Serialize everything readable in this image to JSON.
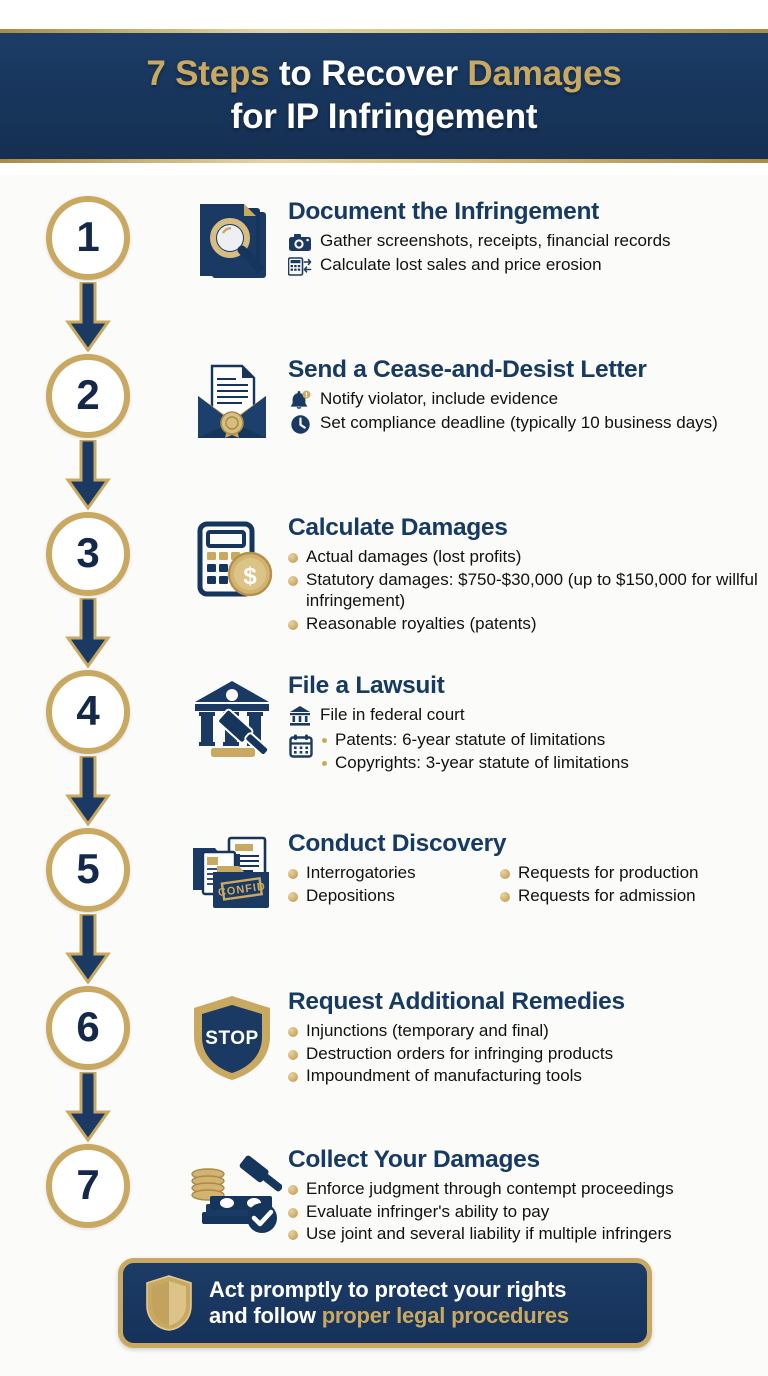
{
  "header": {
    "line1_part1": "7 Steps",
    "line1_part2": " to Recover ",
    "line1_part3": "Damages",
    "line2": "for IP Infringement"
  },
  "colors": {
    "navy": "#1b3a63",
    "navy_deep": "#14294a",
    "gold": "#c9a961",
    "background": "#fbfbfa",
    "title_navy": "#173a63"
  },
  "steps": [
    {
      "number": "1",
      "title": "Document the Infringement",
      "icon": "documents-magnifier-icon",
      "bullets": [
        {
          "marker": "camera-icon",
          "text": "Gather screenshots, receipts, financial records"
        },
        {
          "marker": "calculator-exchange-icon",
          "text": "Calculate lost sales and price erosion"
        }
      ]
    },
    {
      "number": "2",
      "title": "Send a Cease-and-Desist Letter",
      "icon": "envelope-seal-icon",
      "bullets": [
        {
          "marker": "bell-icon",
          "text": "Notify violator, include evidence"
        },
        {
          "marker": "clock-icon",
          "text": "Set compliance deadline (typically 10 business days)"
        }
      ]
    },
    {
      "number": "3",
      "title": "Calculate Damages",
      "icon": "calculator-coin-icon",
      "bullets": [
        {
          "marker": "dot",
          "text": "Actual damages (lost profits)"
        },
        {
          "marker": "dot",
          "text": "Statutory damages: $750-$30,000 (up to $150,000 for willful infringement)"
        },
        {
          "marker": "dot",
          "text": "Reasonable royalties (patents)"
        }
      ]
    },
    {
      "number": "4",
      "title": "File a Lawsuit",
      "icon": "courthouse-gavel-icon",
      "bullets": [
        {
          "marker": "bank-icon",
          "text": "File in federal court"
        }
      ],
      "subgroup": {
        "marker": "calendar-icon",
        "items": [
          "Patents: 6-year statute of limitations",
          "Copyrights: 3-year statute of limitations"
        ]
      }
    },
    {
      "number": "5",
      "title": "Conduct Discovery",
      "icon": "case-files-icon",
      "columns": [
        [
          "Interrogatories",
          "Depositions"
        ],
        [
          "Requests for production",
          "Requests for admission"
        ]
      ]
    },
    {
      "number": "6",
      "title": "Request Additional Remedies",
      "icon": "stop-shield-icon",
      "icon_label": "STOP",
      "bullets": [
        {
          "marker": "dot",
          "text": "Injunctions (temporary and final)"
        },
        {
          "marker": "dot",
          "text": "Destruction orders for infringing products"
        },
        {
          "marker": "dot",
          "text": "Impoundment of manufacturing tools"
        }
      ]
    },
    {
      "number": "7",
      "title": "Collect Your Damages",
      "icon": "money-gavel-check-icon",
      "bullets": [
        {
          "marker": "dot",
          "text": "Enforce judgment through contempt proceedings"
        },
        {
          "marker": "dot",
          "text": "Evaluate infringer's ability to pay"
        },
        {
          "marker": "dot",
          "text": "Use joint and several liability if multiple infringers"
        }
      ]
    }
  ],
  "footer": {
    "icon": "shield-icon",
    "line1": "Act promptly to protect your rights",
    "line2_white": "and follow ",
    "line2_gold": "proper legal procedures"
  }
}
